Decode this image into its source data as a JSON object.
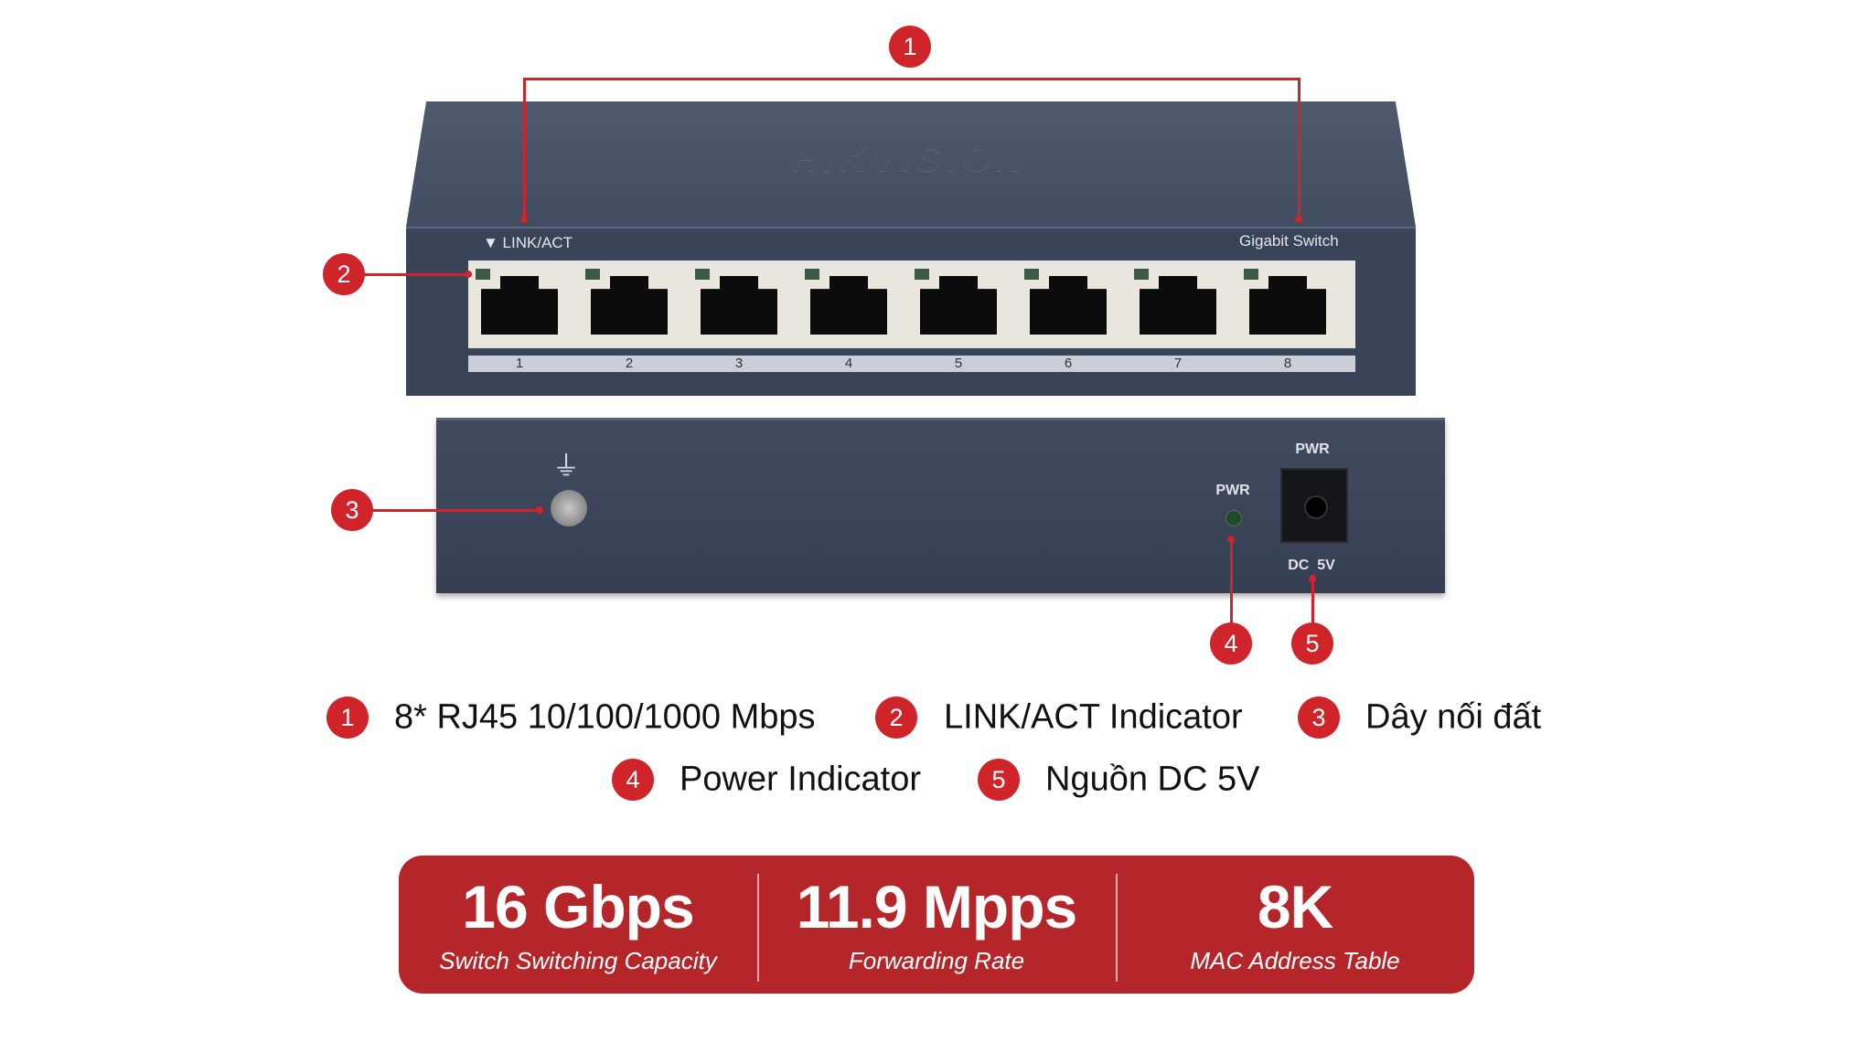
{
  "product_image": {
    "brand_logo": "HIKVISION",
    "front_label_left": "▼ LINK/ACT",
    "front_label_right": "Gigabit Switch",
    "port_numbers": [
      "1",
      "2",
      "3",
      "4",
      "5",
      "6",
      "7",
      "8"
    ],
    "rear_led_label": "PWR",
    "rear_jack_label": "PWR",
    "rear_jack_voltage": "DC  5V"
  },
  "callouts": [
    "1",
    "2",
    "3",
    "4",
    "5"
  ],
  "legend": [
    {
      "num": "1",
      "text": "8* RJ45 10/100/1000 Mbps"
    },
    {
      "num": "2",
      "text": "LINK/ACT Indicator"
    },
    {
      "num": "3",
      "text": "Dây nối đất"
    },
    {
      "num": "4",
      "text": "Power Indicator"
    },
    {
      "num": "5",
      "text": "Nguồn DC 5V"
    }
  ],
  "stats": [
    {
      "value": "16 Gbps",
      "label": "Switch Switching Capacity"
    },
    {
      "value": "11.9 Mpps",
      "label": "Forwarding Rate"
    },
    {
      "value": "8K",
      "label": "MAC Address Table"
    }
  ],
  "colors": {
    "accent": "#d0242b",
    "stat_box": "#b5262a",
    "device": "#3f4a5e"
  }
}
